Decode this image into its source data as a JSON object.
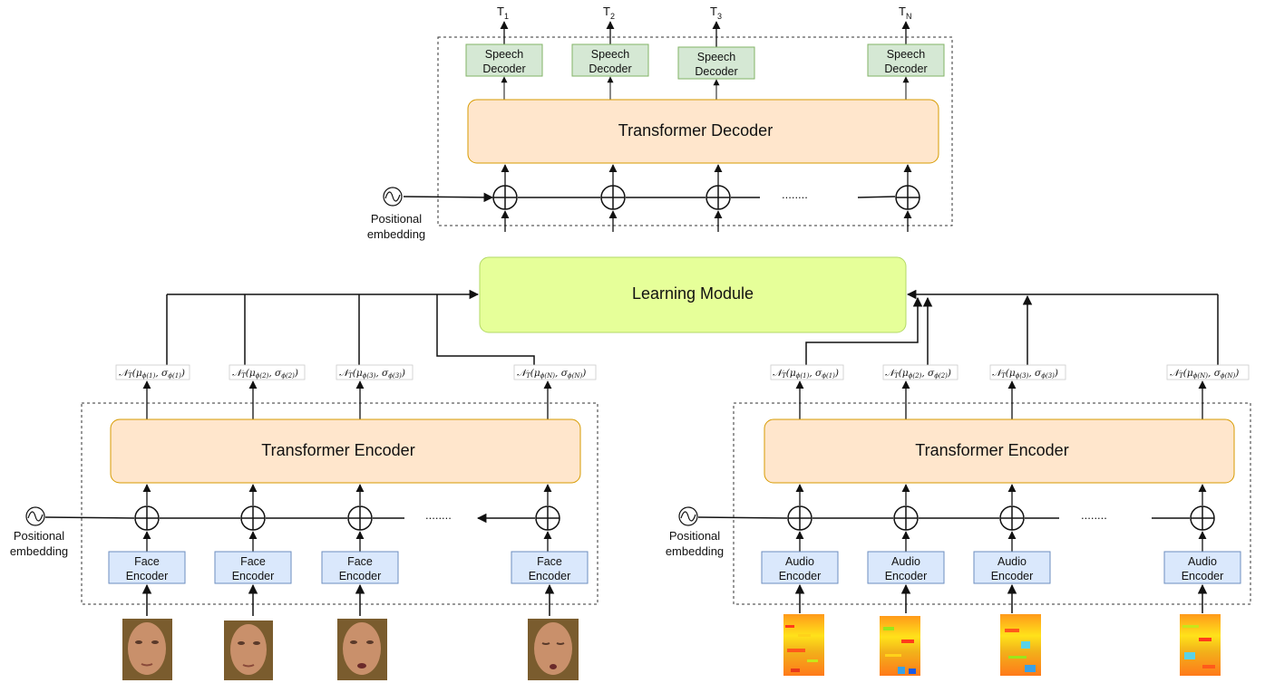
{
  "decoder_outputs": [
    {
      "base": "T",
      "sub": "1"
    },
    {
      "base": "T",
      "sub": "2"
    },
    {
      "base": "T",
      "sub": "3"
    },
    {
      "base": "T",
      "sub": "N"
    }
  ],
  "speech_decoder_label": [
    "Speech",
    "Decoder"
  ],
  "transformer_decoder_label": "Transformer Decoder",
  "transformer_encoder_label": "Transformer Encoder",
  "learning_module_label": "Learning Module",
  "positional_embedding_label": [
    "Positional",
    "embedding"
  ],
  "face_encoder_label": [
    "Face",
    "Encoder"
  ],
  "audio_encoder_label": [
    "Audio",
    "Encoder"
  ],
  "ellipsis": "........",
  "latent_labels": [
    {
      "base": "𝒩",
      "sub": "T",
      "args": "(μ",
      "idx": "ϕ(1)",
      "mid": ", σ",
      "end": ")"
    },
    {
      "base": "𝒩",
      "sub": "T",
      "args": "(μ",
      "idx": "ϕ(2)",
      "mid": ", σ",
      "end": ")"
    },
    {
      "base": "𝒩",
      "sub": "T",
      "args": "(μ",
      "idx": "ϕ(3)",
      "mid": ", σ",
      "end": ")"
    },
    {
      "base": "𝒩",
      "sub": "T",
      "args": "(μ",
      "idx": "ϕ(N)",
      "mid": ", σ",
      "end": ")"
    }
  ],
  "colors": {
    "speech_decoder_fill": "#d5e8d4",
    "speech_decoder_stroke": "#82b366",
    "transformer_fill": "#ffe6cc",
    "transformer_stroke": "#d79b00",
    "learning_fill": "#e6ff99",
    "learning_stroke": "#b3d966",
    "encoder_fill": "#dae8fc",
    "encoder_stroke": "#6c8ebf",
    "face_skin": "#c9906b",
    "face_bg": "#7a5c2e"
  }
}
